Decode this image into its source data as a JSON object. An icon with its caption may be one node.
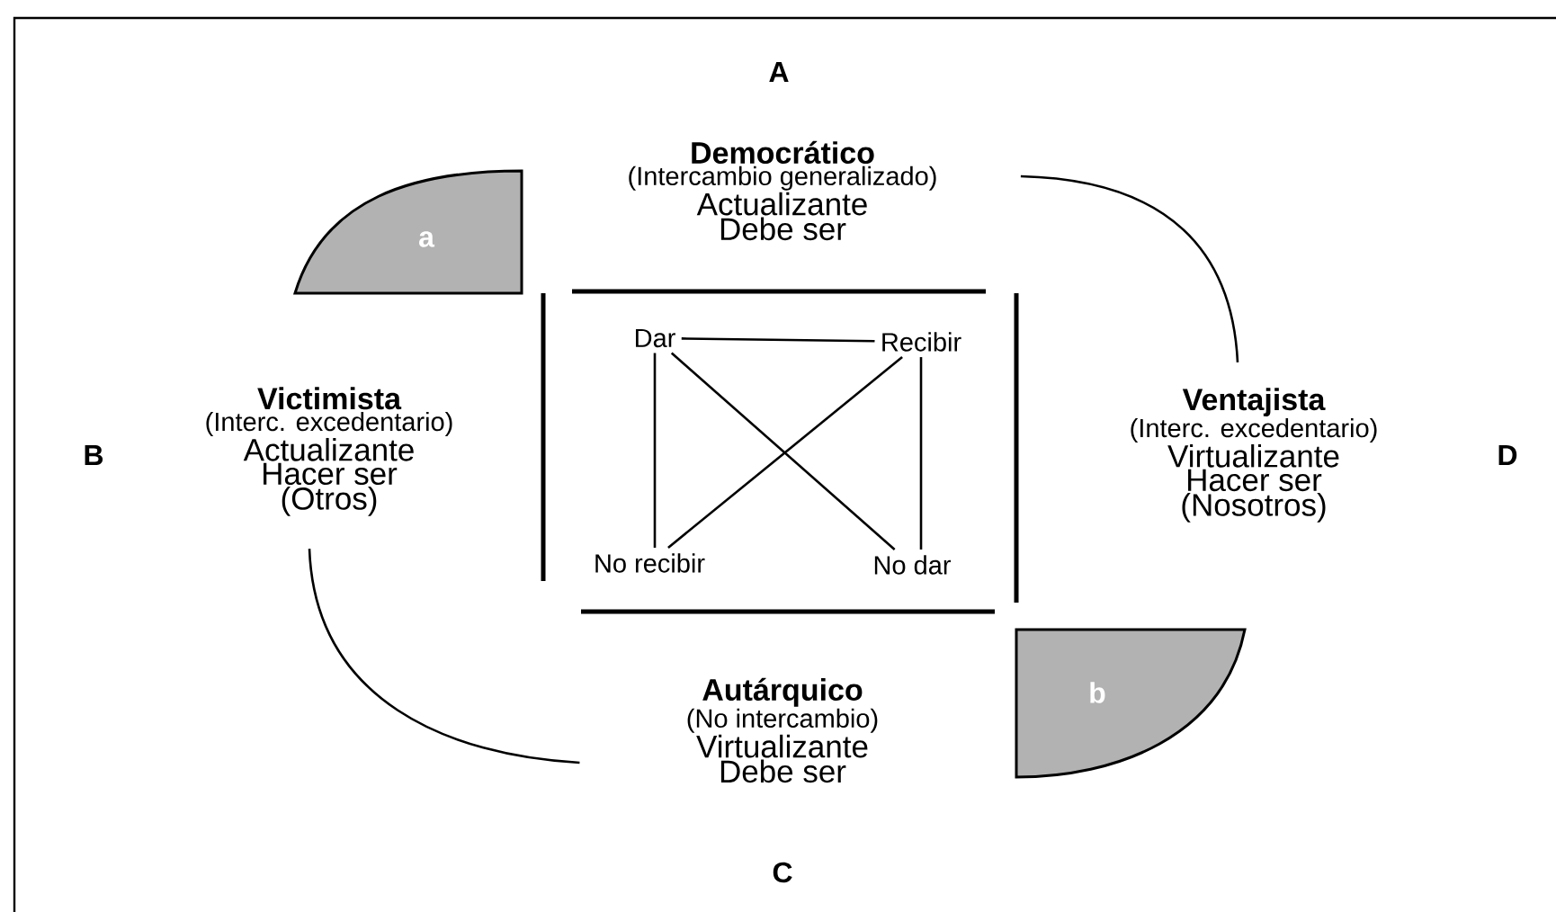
{
  "diagram": {
    "nodes": [
      {
        "text": [
          "Democrático",
          "(Intercambio generalizado)",
          "Actualizante",
          "Debe ser"
        ]
      },
      {
        "text": [
          "a"
        ]
      },
      {
        "text": [
          "Dar"
        ]
      },
      {
        "text": [
          "Recibir"
        ]
      },
      {
        "text": [
          "Victimista",
          "(Interc. excedentario)",
          "Actualizante",
          "Hacer ser",
          "(Otros)"
        ]
      },
      {
        "text": [
          "Ventajista",
          "(Interc. excedentario)",
          "Virtualizante",
          "Hacer ser",
          "(Nosotros)"
        ]
      },
      {
        "text": [
          "No recibir"
        ]
      },
      {
        "text": [
          "No dar"
        ]
      },
      {
        "text": [
          "Autárquico",
          "(No intercambio)",
          "Virtualizante",
          "Debe ser"
        ]
      },
      {
        "text": [
          "b"
        ]
      }
    ],
    "edges": [
      {
        "from": 0,
        "to": 5,
        "arrow": "none"
      },
      {
        "from": 4,
        "to": 8,
        "arrow": "none"
      },
      {
        "from": 2,
        "to": 3,
        "arrow": "none"
      },
      {
        "from": 2,
        "to": 6,
        "arrow": "none"
      },
      {
        "from": 3,
        "to": 7,
        "arrow": "none"
      },
      {
        "from": 2,
        "to": 7,
        "arrow": "none"
      },
      {
        "from": 3,
        "to": 6,
        "arrow": "none"
      }
    ],
    "labels": [
      "A",
      "B",
      "D",
      "C"
    ]
  }
}
